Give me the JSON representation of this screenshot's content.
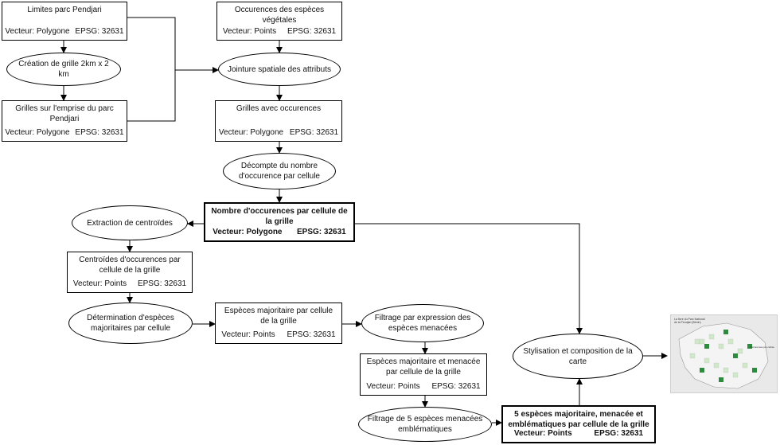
{
  "boxes": {
    "limites": {
      "title": "Limites parc Pendjari",
      "left": "Vecteur: Polygone",
      "right": "EPSG: 32631"
    },
    "occurences": {
      "title": "Occurences des espèces végétales",
      "left": "Vecteur: Points",
      "right": "EPSG: 32631"
    },
    "grilles_emprise": {
      "title": "Grilles sur l'emprise du parc Pendjari",
      "left": "Vecteur: Polygone",
      "right": "EPSG: 32631"
    },
    "grilles_occ": {
      "title": "Grilles avec occurences",
      "left": "Vecteur: Polygone",
      "right": "EPSG: 32631"
    },
    "nombre_occ": {
      "title": "Nombre d'occurences par cellule de la grille",
      "left": "Vecteur: Polygone",
      "right": "EPSG: 32631"
    },
    "centroides": {
      "title": "Centroïdes d'occurences par cellule de la grille",
      "left": "Vecteur: Points",
      "right": "EPSG: 32631"
    },
    "majoritaire": {
      "title": "Espèces majoritaire par cellule de la grille",
      "left": "Vecteur: Points",
      "right": "EPSG: 32631"
    },
    "maj_menacee": {
      "title": "Espèces majoritaire et menacée par cellule de la grille",
      "left": "Vecteur: Points",
      "right": "EPSG: 32631"
    },
    "cinq_especes": {
      "title": "5 espèces majoritaire, menacée et emblématiques par cellule de la grille",
      "left": "Vecteur: Points",
      "right": "EPSG: 32631"
    }
  },
  "ellipses": {
    "creation_grille": "Création de grille 2km x 2 km",
    "jointure": "Jointure spatiale des attributs",
    "decompte": "Décompte du nombre d'occurence par cellule",
    "extraction": "Extraction de centroïdes",
    "determination": "Détermination d'espèces majoritaires par cellule",
    "filtrage_menacees": "Filtrage par expression des espèces menacées",
    "filtrage_cinq": "Filtrage de 5 espèces menacées emblématiques",
    "stylisation": "Stylisation et composition de la carte"
  },
  "map_thumbnail": {
    "title": "La flore du Parc National de la Pendjari (Bénin)",
    "legend_title": "Occurences par cellule"
  },
  "colors": {
    "line": "#000000",
    "map_green": "#2e8b3e",
    "map_light": "#cfe8c8"
  }
}
